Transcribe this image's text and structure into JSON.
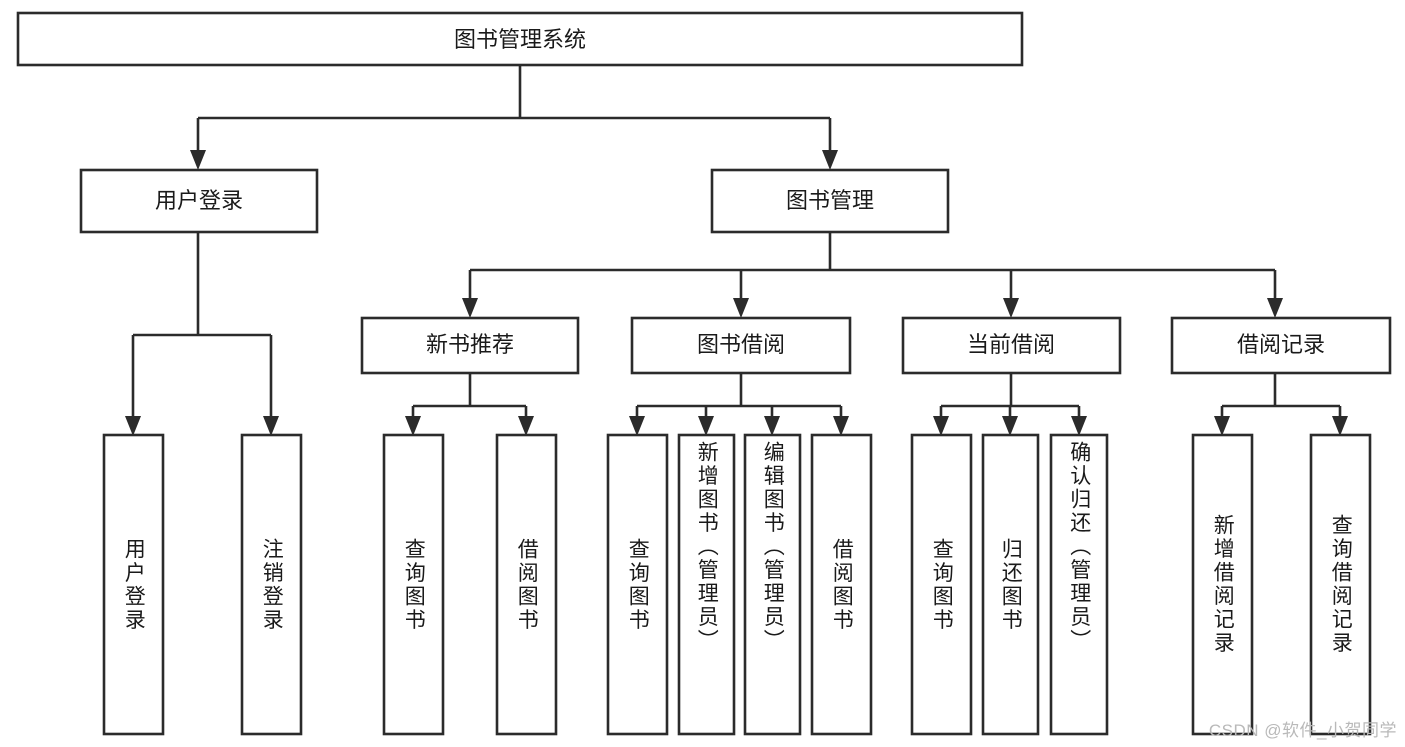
{
  "diagram": {
    "type": "tree-hierarchy-chart",
    "title": "图书管理系统",
    "watermark": "CSDN @软件_小贺同学",
    "colors": {
      "box_fill": "#ffffff",
      "box_stroke": "#2b2b2b",
      "line": "#2b2b2b",
      "text": "#1a1a1a",
      "watermark": "#b9b9b9",
      "background": "#ffffff"
    },
    "root": {
      "label": "图书管理系统"
    },
    "level2": [
      {
        "id": "user-login",
        "label": "用户登录"
      },
      {
        "id": "book-management",
        "label": "图书管理"
      }
    ],
    "level3": [
      {
        "id": "new-book-recommend",
        "label": "新书推荐"
      },
      {
        "id": "book-borrow",
        "label": "图书借阅"
      },
      {
        "id": "current-borrow",
        "label": "当前借阅"
      },
      {
        "id": "borrow-record",
        "label": "借阅记录"
      }
    ],
    "leaves": [
      {
        "id": "leaf-user-login",
        "parent": "user-login",
        "label": "用户登录"
      },
      {
        "id": "leaf-logout-login",
        "parent": "user-login",
        "label": "注销登录"
      },
      {
        "id": "leaf-query-book-1",
        "parent": "new-book-recommend",
        "label": "查询图书"
      },
      {
        "id": "leaf-borrow-book-1",
        "parent": "new-book-recommend",
        "label": "借阅图书"
      },
      {
        "id": "leaf-query-book-2",
        "parent": "book-borrow",
        "label": "查询图书"
      },
      {
        "id": "leaf-add-book",
        "parent": "book-borrow",
        "label": "新增图书（管理员）"
      },
      {
        "id": "leaf-edit-book",
        "parent": "book-borrow",
        "label": "编辑图书（管理员）"
      },
      {
        "id": "leaf-borrow-book-2",
        "parent": "book-borrow",
        "label": "借阅图书"
      },
      {
        "id": "leaf-query-book-3",
        "parent": "current-borrow",
        "label": "查询图书"
      },
      {
        "id": "leaf-return-book",
        "parent": "current-borrow",
        "label": "归还图书"
      },
      {
        "id": "leaf-confirm-return",
        "parent": "current-borrow",
        "label": "确认归还（管理员）"
      },
      {
        "id": "leaf-add-record",
        "parent": "borrow-record",
        "label": "新增借阅记录"
      },
      {
        "id": "leaf-query-record",
        "parent": "borrow-record",
        "label": "查询借阅记录"
      }
    ]
  }
}
